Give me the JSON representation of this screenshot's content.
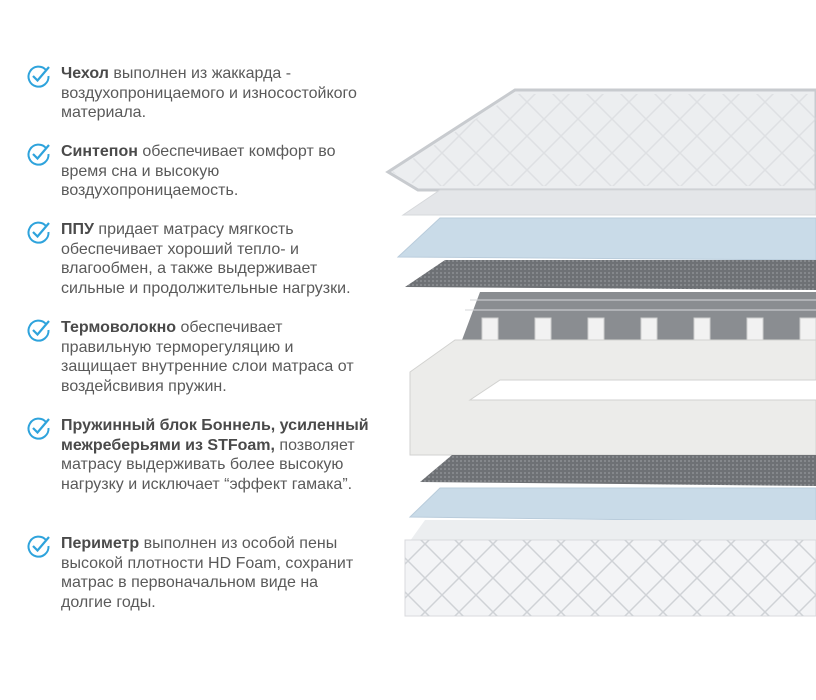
{
  "accent_color": "#2ea3dc",
  "features": [
    {
      "icon": "check-circle-icon",
      "bold": "Чехол",
      "text": " выполнен из жаккарда - воздухопроницаемого и износостойкого материала."
    },
    {
      "icon": "check-circle-icon",
      "bold": "Синтепон",
      "text": " обеспечивает комфорт во время сна и высокую воздухопроницаемость."
    },
    {
      "icon": "check-circle-icon",
      "bold": "ППУ",
      "text": " придает матрасу мягкость обеспечивает хороший тепло- и влагообмен, а также выдерживает сильные и продолжительные нагрузки."
    },
    {
      "icon": "check-circle-icon",
      "bold": "Термоволокно",
      "text": " обеспечивает правильную терморегуляцию и защищает внутренние слои матраса от воздейсвивия пружин."
    },
    {
      "icon": "check-circle-icon",
      "bold": "Пружинный блок Боннель, усиленный межреберьями из STFoam,",
      "text": " позволяет матрасу выдерживать более высокую нагрузку и исключает “эффект гамака”."
    },
    {
      "icon": "check-circle-icon",
      "bold": "Периметр",
      "text": " выполнен из особой пены высокой плотности HD Foam, сохранит матрас в первоначальном виде на долгие годы."
    }
  ]
}
